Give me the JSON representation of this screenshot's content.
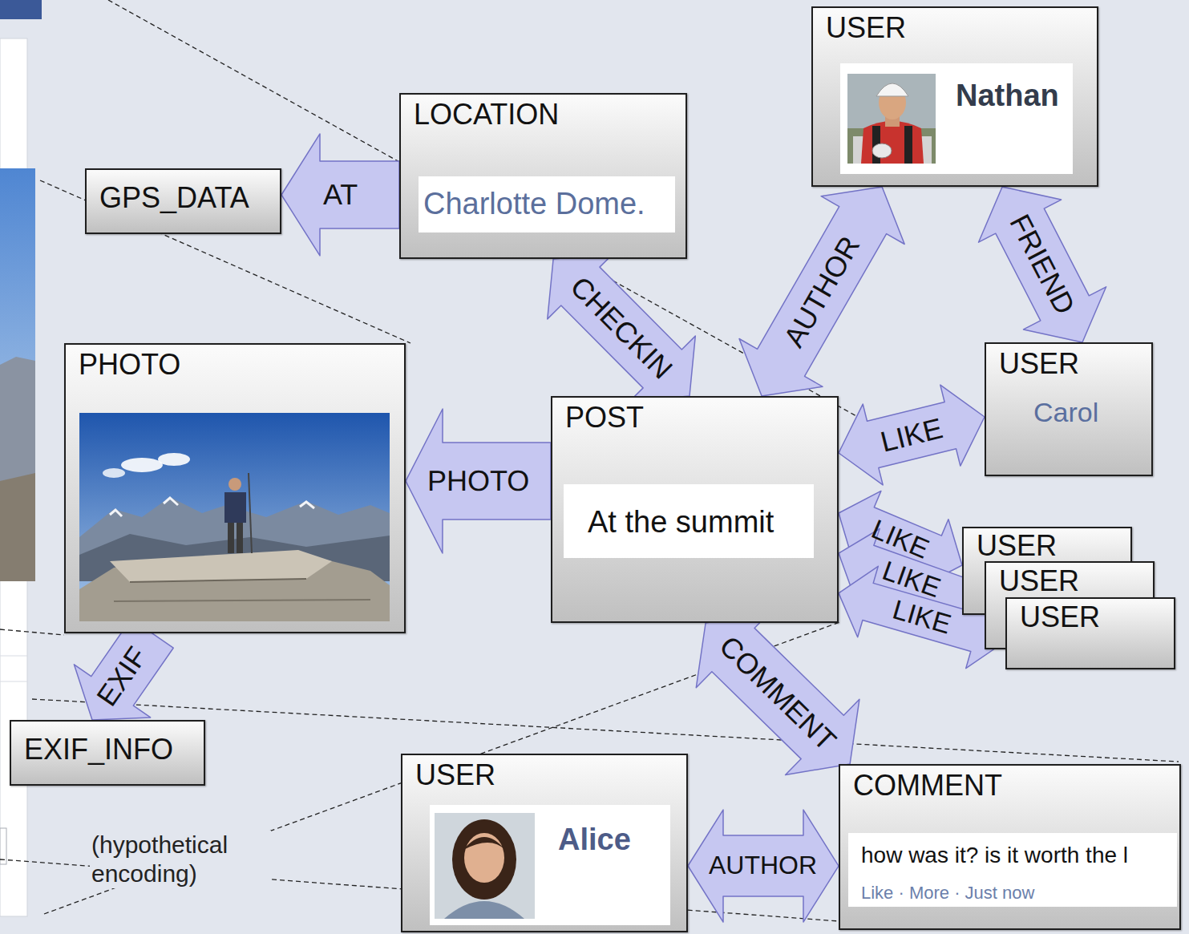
{
  "diagram": {
    "nodes": [
      {
        "text": [
          "USER",
          "Nathan"
        ]
      },
      {
        "text": [
          "LOCATION",
          "Charlotte Dome."
        ]
      },
      {
        "text": [
          "GPS_DATA"
        ]
      },
      {
        "text": [
          "USER",
          "Carol"
        ]
      },
      {
        "text": [
          "PHOTO"
        ]
      },
      {
        "text": [
          "POST",
          "At the summit"
        ]
      },
      {
        "text": [
          "USER"
        ]
      },
      {
        "text": [
          "USER"
        ]
      },
      {
        "text": [
          "USER"
        ]
      },
      {
        "text": [
          "EXIF_INFO"
        ]
      },
      {
        "text": [
          "USER",
          "Alice"
        ]
      },
      {
        "text": [
          "COMMENT",
          "how was it? is it worth the l",
          "Like · More · Just now"
        ]
      }
    ],
    "edges": [
      {
        "from": 1,
        "to": 2,
        "label": "AT",
        "arrow": "to"
      },
      {
        "from": 1,
        "to": 5,
        "label": "CHECKIN",
        "arrow": "both"
      },
      {
        "from": 0,
        "to": 5,
        "label": "AUTHOR",
        "arrow": "both"
      },
      {
        "from": 0,
        "to": 3,
        "label": "FRIEND",
        "arrow": "both"
      },
      {
        "from": 5,
        "to": 3,
        "label": "LIKE",
        "arrow": "both"
      },
      {
        "from": 5,
        "to": 4,
        "label": "PHOTO",
        "arrow": "to"
      },
      {
        "from": 5,
        "to": 6,
        "label": "LIKE",
        "arrow": "both"
      },
      {
        "from": 5,
        "to": 7,
        "label": "LIKE",
        "arrow": "both"
      },
      {
        "from": 5,
        "to": 8,
        "label": "LIKE",
        "arrow": "both"
      },
      {
        "from": 5,
        "to": 11,
        "label": "COMMENT",
        "arrow": "both"
      },
      {
        "from": 4,
        "to": 9,
        "label": "EXIF",
        "arrow": "to"
      },
      {
        "from": 10,
        "to": 11,
        "label": "AUTHOR",
        "arrow": "both"
      }
    ],
    "labels": [
      "(hypothetical encoding)"
    ]
  }
}
